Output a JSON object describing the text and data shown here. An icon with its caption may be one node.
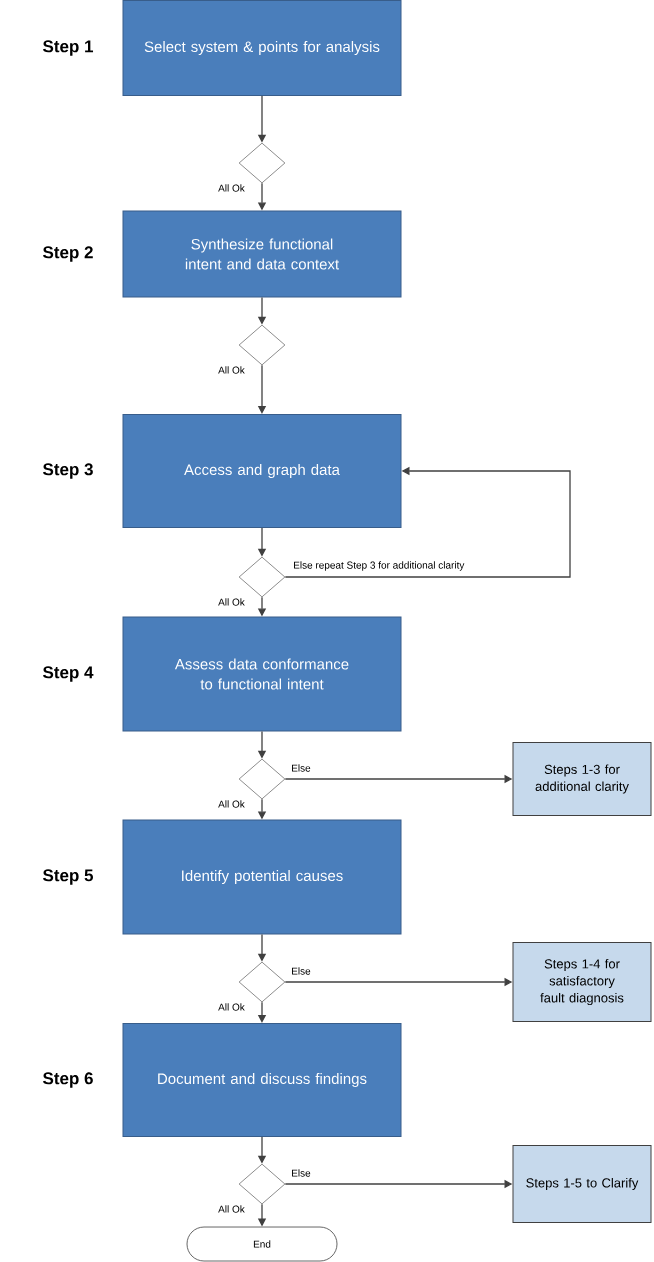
{
  "diagram": {
    "nodes": [
      {
        "text": [
          "Select system & points for analysis"
        ],
        "beside": [
          "Step 1"
        ]
      },
      {
        "text": [],
        "shape": "diamond"
      },
      {
        "text": [
          "Synthesize functional intent and data context"
        ],
        "beside": [
          "Step 2"
        ]
      },
      {
        "text": [],
        "shape": "diamond"
      },
      {
        "text": [
          "Access and graph data"
        ],
        "beside": [
          "Step 3"
        ]
      },
      {
        "text": [],
        "shape": "diamond"
      },
      {
        "text": [
          "Assess data conformance to functional intent"
        ],
        "beside": [
          "Step 4"
        ]
      },
      {
        "text": [],
        "shape": "diamond"
      },
      {
        "text": [
          "Steps 1-3 for additional clarity"
        ]
      },
      {
        "text": [
          "Identify potential causes"
        ],
        "beside": [
          "Step 5"
        ]
      },
      {
        "text": [],
        "shape": "diamond"
      },
      {
        "text": [
          "Steps 1-4 for satisfactory fault diagnosis"
        ]
      },
      {
        "text": [
          "Document and discuss findings"
        ],
        "beside": [
          "Step 6"
        ]
      },
      {
        "text": [],
        "shape": "diamond"
      },
      {
        "text": [
          "Steps 1-5 to Clarify"
        ]
      },
      {
        "text": [
          "End"
        ]
      }
    ],
    "edges": [
      {
        "from": 0,
        "to": 1,
        "arrow": "to"
      },
      {
        "from": 1,
        "to": 2,
        "arrow": "to",
        "label": "All Ok"
      },
      {
        "from": 2,
        "to": 3,
        "arrow": "to"
      },
      {
        "from": 3,
        "to": 4,
        "arrow": "to",
        "label": "All Ok"
      },
      {
        "from": 4,
        "to": 5,
        "arrow": "to"
      },
      {
        "from": 5,
        "to": 6,
        "arrow": "to",
        "label": "All Ok"
      },
      {
        "from": 5,
        "to": 4,
        "arrow": "to",
        "label": "Else repeat Step 3 for additional clarity"
      },
      {
        "from": 6,
        "to": 7,
        "arrow": "to"
      },
      {
        "from": 7,
        "to": 9,
        "arrow": "to",
        "label": "All Ok"
      },
      {
        "from": 7,
        "to": 8,
        "arrow": "to",
        "label": "Else"
      },
      {
        "from": 9,
        "to": 10,
        "arrow": "to"
      },
      {
        "from": 10,
        "to": 12,
        "arrow": "to",
        "label": "All Ok"
      },
      {
        "from": 10,
        "to": 11,
        "arrow": "to",
        "label": "Else"
      },
      {
        "from": 12,
        "to": 13,
        "arrow": "to"
      },
      {
        "from": 13,
        "to": 15,
        "arrow": "to",
        "label": "All Ok"
      },
      {
        "from": 13,
        "to": 14,
        "arrow": "to",
        "label": "Else"
      }
    ]
  }
}
